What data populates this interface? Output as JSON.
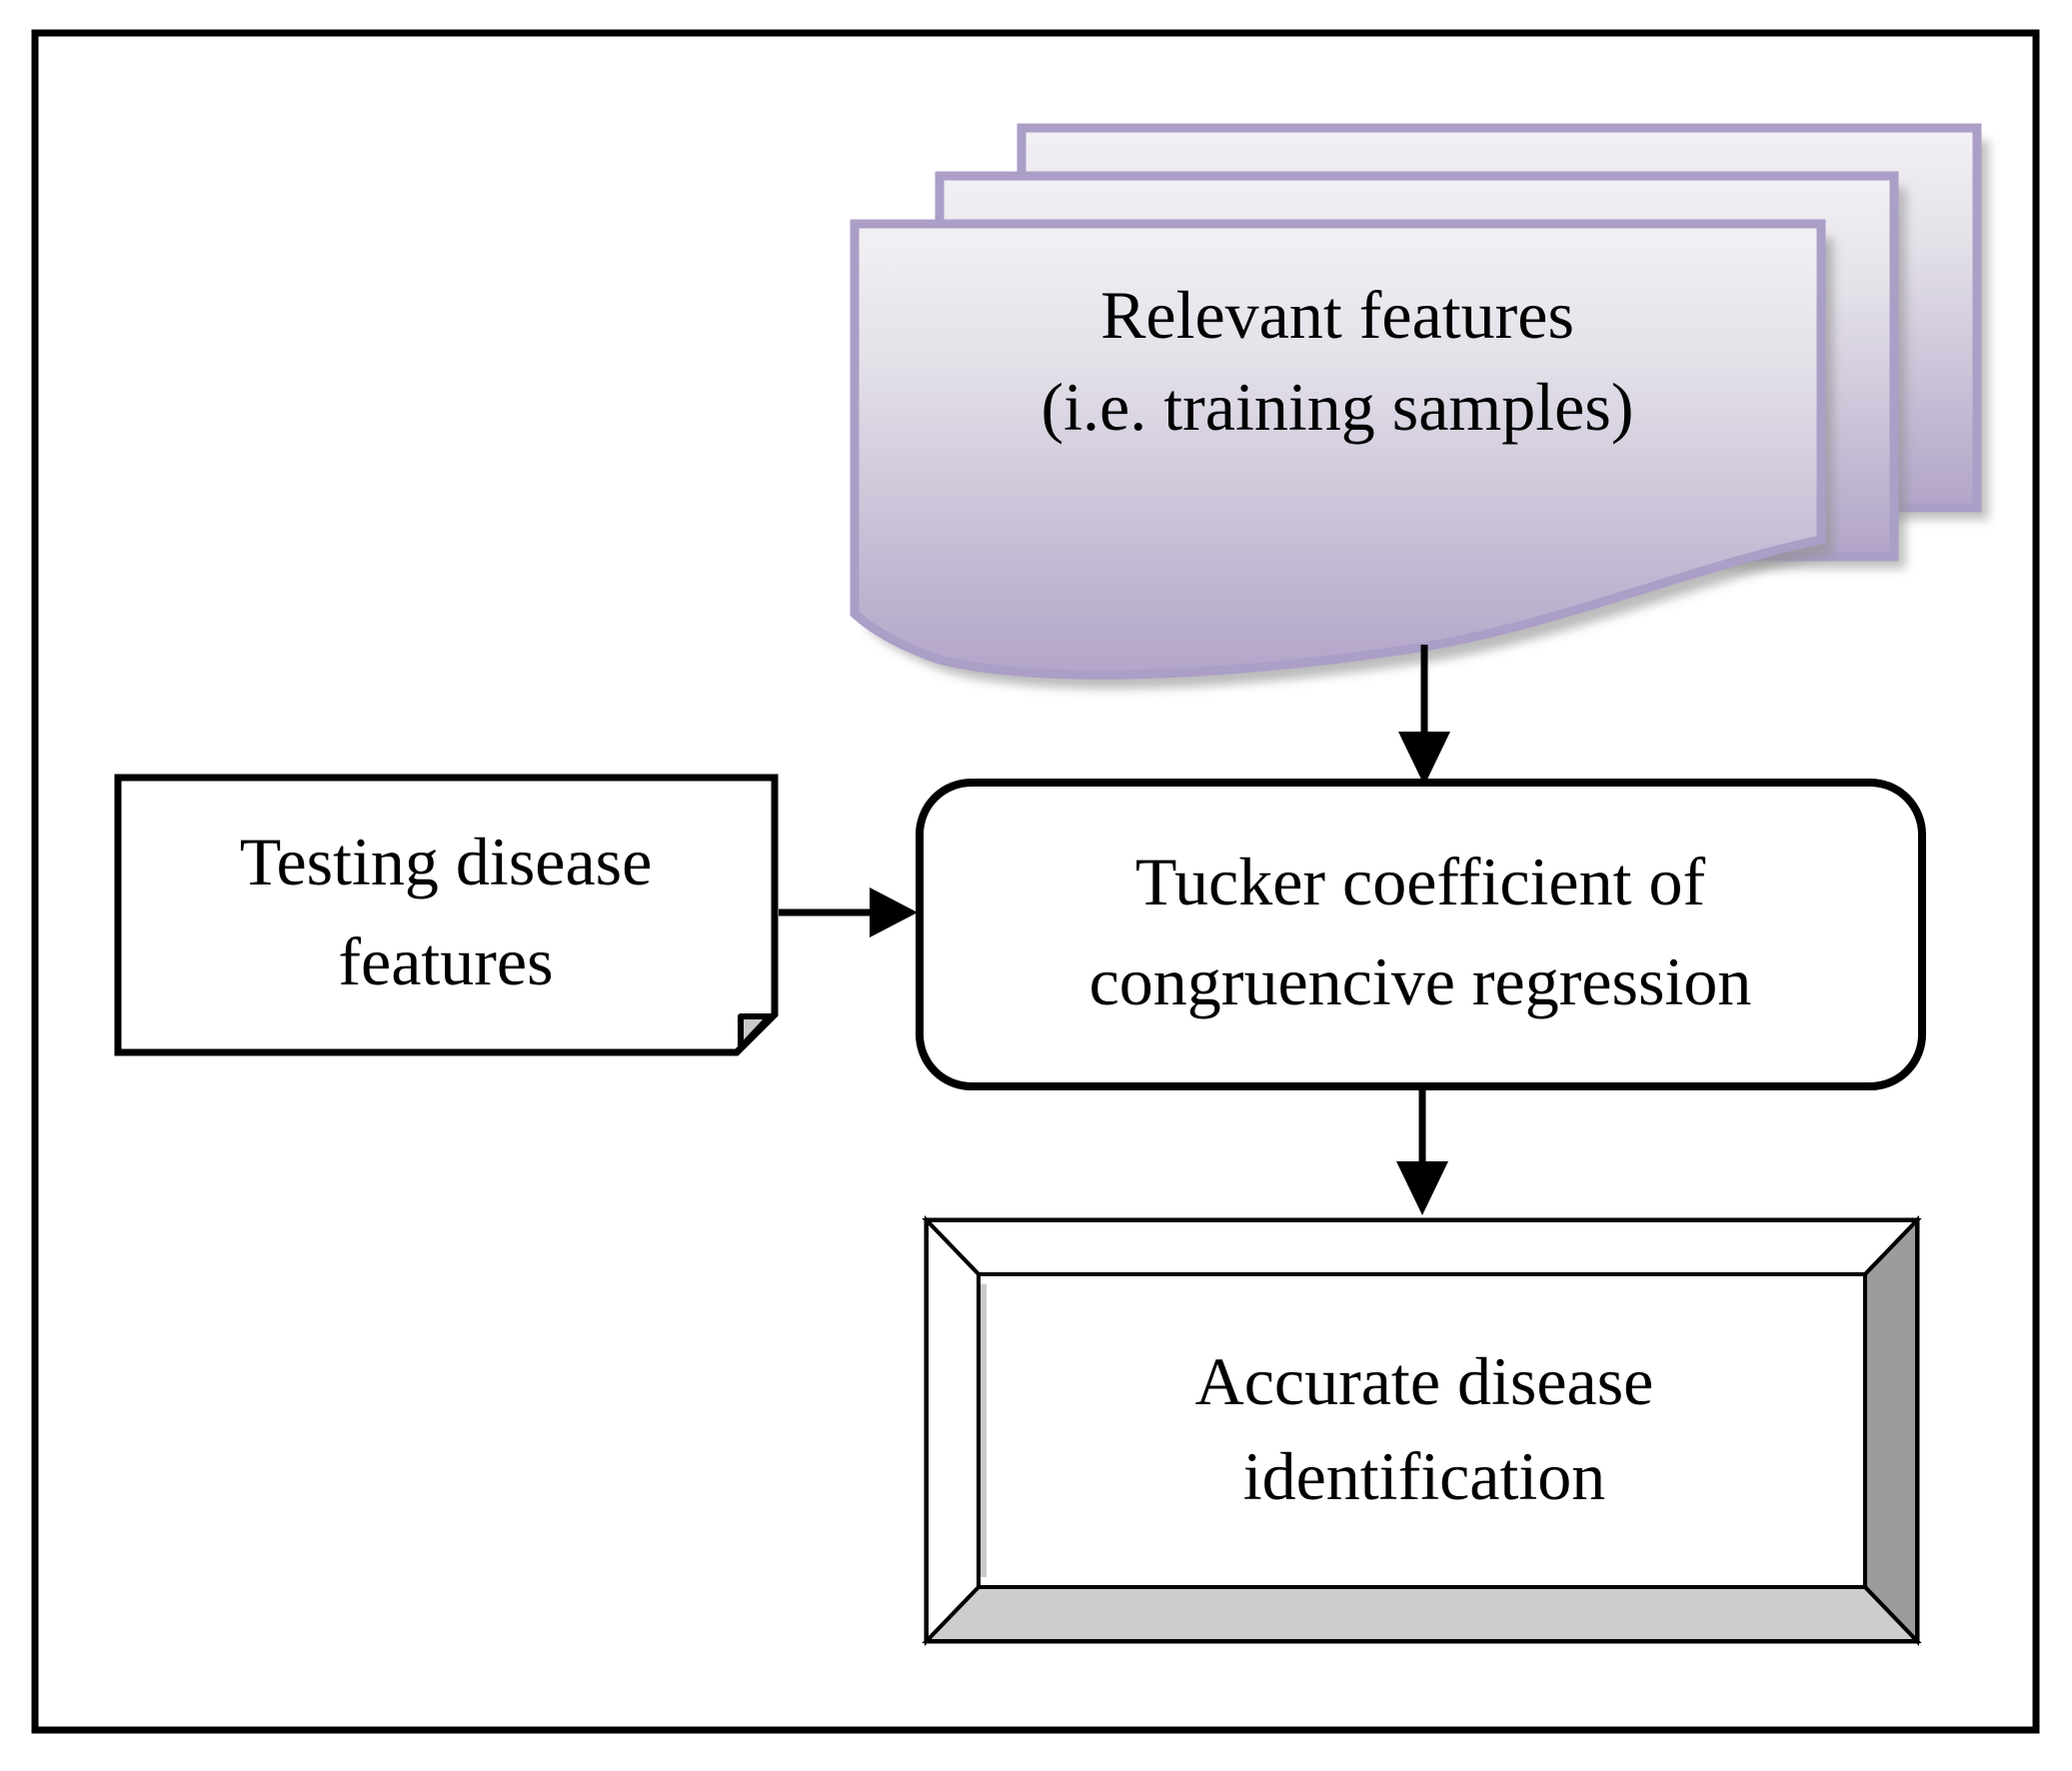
{
  "diagram": {
    "type": "flowchart",
    "nodes": {
      "training_documents": {
        "shape": "stacked-wave-documents",
        "label_line1": "Relevant features",
        "label_line2": "(i.e. training samples)"
      },
      "testing_features": {
        "shape": "card-folded-corner",
        "label_line1": "Testing disease",
        "label_line2": "features"
      },
      "tucker_regression": {
        "shape": "rounded-rectangle",
        "label_line1": "Tucker coefficient of",
        "label_line2": "congruencive regression"
      },
      "disease_identification": {
        "shape": "bevel-frame",
        "label_line1": "Accurate disease",
        "label_line2": "identification"
      }
    },
    "edges": [
      {
        "from": "training_documents",
        "to": "tucker_regression",
        "direction": "down"
      },
      {
        "from": "testing_features",
        "to": "tucker_regression",
        "direction": "right"
      },
      {
        "from": "tucker_regression",
        "to": "disease_identification",
        "direction": "down"
      }
    ],
    "colors": {
      "document_border": "#ab9ec7",
      "document_fill_top": "#f2f1f4",
      "document_fill_bottom": "#b2a4c9",
      "shadow": "#8f8f8f",
      "bevel_right": "#9c9c9c",
      "bevel_bottom": "#cdcdcd",
      "fold_fill": "#c9c9c9",
      "outline": "#000000",
      "background": "#ffffff"
    }
  }
}
